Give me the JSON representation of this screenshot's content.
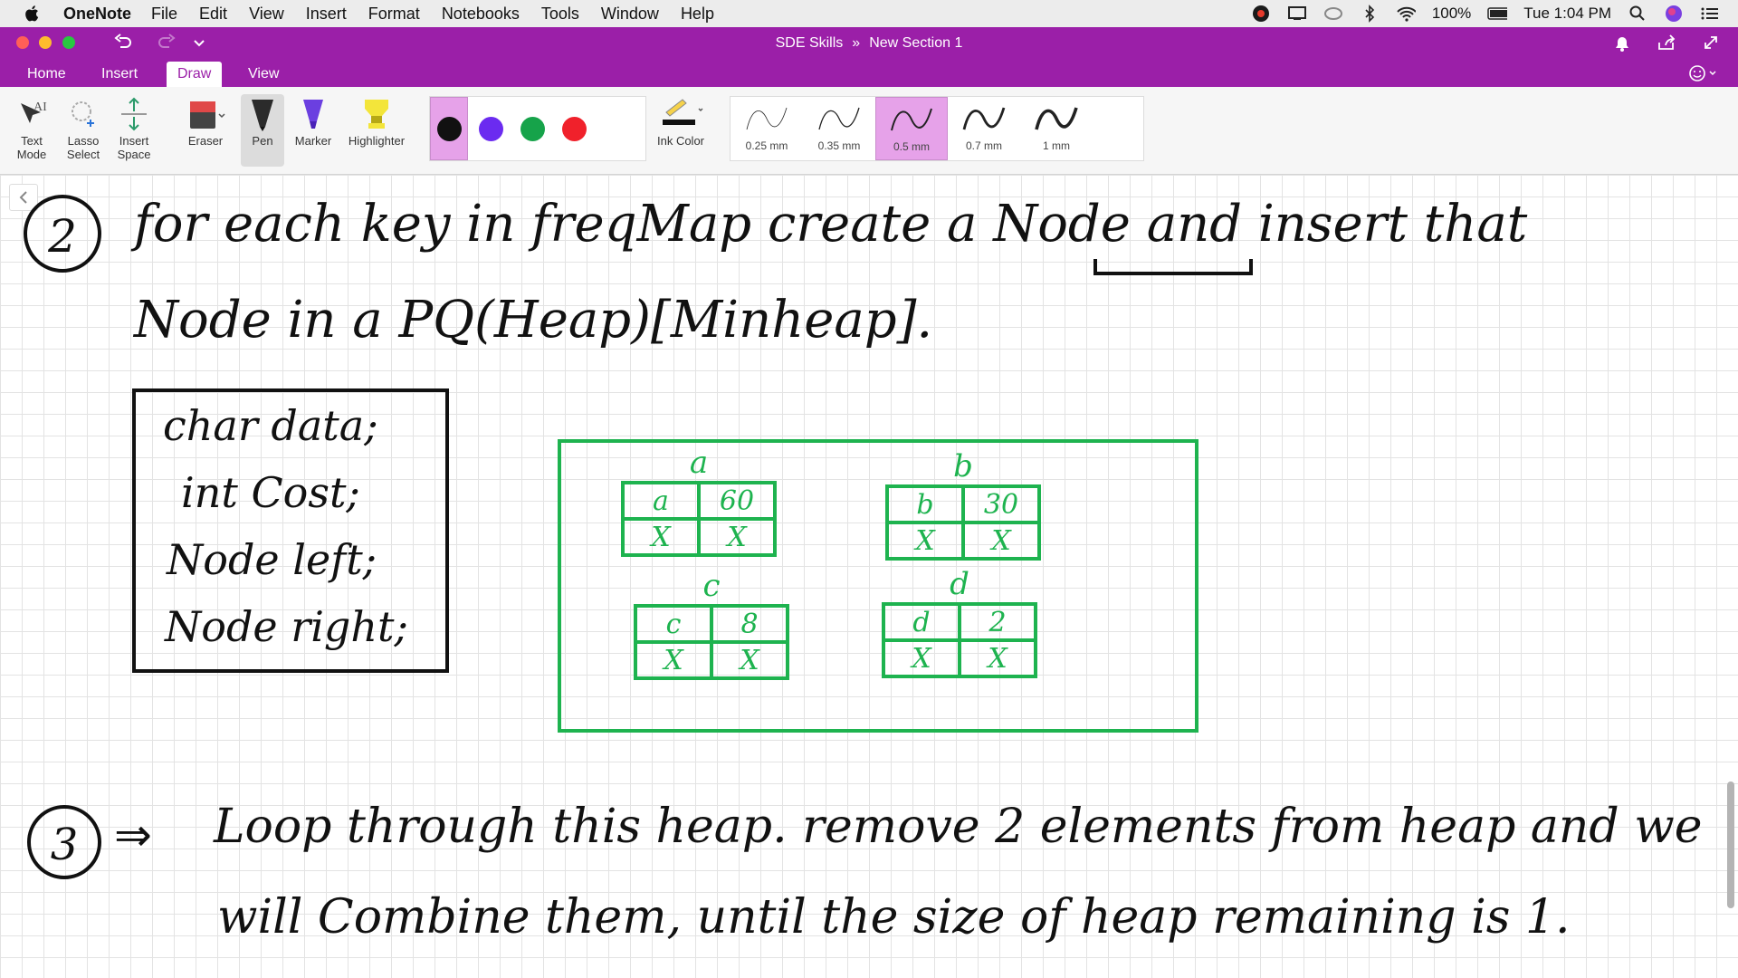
{
  "menubar": {
    "app_name": "OneNote",
    "items": [
      "File",
      "Edit",
      "View",
      "Insert",
      "Format",
      "Notebooks",
      "Tools",
      "Window",
      "Help"
    ],
    "battery": "100%",
    "clock": "Tue 1:04 PM"
  },
  "titlebar": {
    "notebook": "SDE Skills",
    "separator": "»",
    "section": "New Section 1"
  },
  "ribbon_tabs": {
    "home": "Home",
    "insert": "Insert",
    "draw": "Draw",
    "view": "View",
    "active": "Draw"
  },
  "draw_tools": {
    "text_mode": [
      "Text",
      "Mode"
    ],
    "lasso_select": [
      "Lasso",
      "Select"
    ],
    "insert_space": [
      "Insert",
      "Space"
    ],
    "eraser": "Eraser",
    "pen": "Pen",
    "marker": "Marker",
    "highlighter": "Highlighter",
    "ink_color": "Ink Color"
  },
  "ink_colors": [
    {
      "name": "black",
      "hex": "#111111",
      "selected": true
    },
    {
      "name": "purple",
      "hex": "#6b2bf0",
      "selected": false
    },
    {
      "name": "green",
      "hex": "#16a34a",
      "selected": false
    },
    {
      "name": "red",
      "hex": "#f0212b",
      "selected": false
    }
  ],
  "thickness": [
    {
      "label": "0.25 mm",
      "selected": false
    },
    {
      "label": "0.35 mm",
      "selected": false
    },
    {
      "label": "0.5 mm",
      "selected": true
    },
    {
      "label": "0.7 mm",
      "selected": false
    },
    {
      "label": "1 mm",
      "selected": false
    }
  ],
  "colors": {
    "accent": "#9b1fa8",
    "selection": "#e6a2e9",
    "heap_ink": "#1eb34f"
  },
  "notes": {
    "step2_number": "2",
    "step2_line1": "for each key in freqMap create a Node and insert that",
    "step2_line2": "Node in a PQ(Heap)[Minheap].",
    "struct_fields": [
      "char data;",
      "int Cost;",
      "Node left;",
      "Node right;"
    ],
    "heap_nodes": [
      {
        "label": "a",
        "data": "a",
        "cost": "60",
        "left": "X",
        "right": "X"
      },
      {
        "label": "b",
        "data": "b",
        "cost": "30",
        "left": "X",
        "right": "X"
      },
      {
        "label": "c",
        "data": "c",
        "cost": "8",
        "left": "X",
        "right": "X"
      },
      {
        "label": "d",
        "data": "d",
        "cost": "2",
        "left": "X",
        "right": "X"
      }
    ],
    "step3_number": "3",
    "step3_arrow": "⇒",
    "step3_line1": "Loop through this heap. remove 2 elements from heap and we",
    "step3_line2": "will Combine them, until the size of heap remaining is 1."
  }
}
